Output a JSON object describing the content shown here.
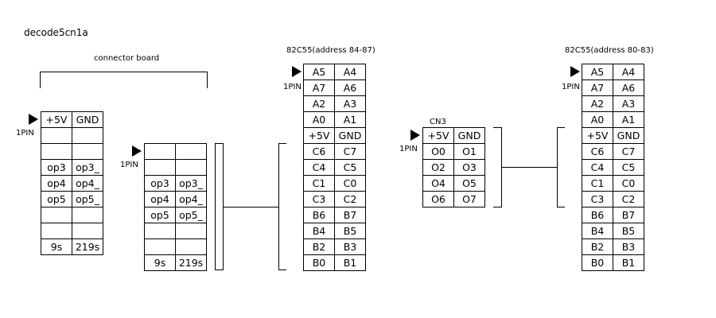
{
  "title": "decode5cn1a",
  "connector_board": {
    "label": "connector board",
    "pin1_label": "1PIN",
    "left_rows": [
      [
        "+5V",
        "GND"
      ],
      [
        "",
        ""
      ],
      [
        "",
        ""
      ],
      [
        "op3",
        "op3_"
      ],
      [
        "op4",
        "op4_"
      ],
      [
        "op5",
        "op5_"
      ],
      [
        "",
        ""
      ],
      [
        "",
        ""
      ],
      [
        "9s",
        "219s"
      ]
    ],
    "right_rows": [
      [
        "",
        ""
      ],
      [
        "",
        ""
      ],
      [
        "op3",
        "op3_"
      ],
      [
        "op4",
        "op4_"
      ],
      [
        "op5",
        "op5_"
      ],
      [
        "",
        ""
      ],
      [
        "",
        ""
      ],
      [
        "9s",
        "219s"
      ]
    ],
    "right_pin1_label": "1PIN"
  },
  "ppi_84": {
    "label": "82C55(address 84-87)",
    "pin1_label": "1PIN",
    "rows": [
      [
        "A5",
        "A4"
      ],
      [
        "A7",
        "A6"
      ],
      [
        "A2",
        "A3"
      ],
      [
        "A0",
        "A1"
      ],
      [
        "+5V",
        "GND"
      ],
      [
        "C6",
        "C7"
      ],
      [
        "C4",
        "C5"
      ],
      [
        "C1",
        "C0"
      ],
      [
        "C3",
        "C2"
      ],
      [
        "B6",
        "B7"
      ],
      [
        "B4",
        "B5"
      ],
      [
        "B2",
        "B3"
      ],
      [
        "B0",
        "B1"
      ]
    ]
  },
  "cn3": {
    "label": "CN3",
    "pin1_label": "1PIN",
    "rows": [
      [
        "+5V",
        "GND"
      ],
      [
        "O0",
        "O1"
      ],
      [
        "O2",
        "O3"
      ],
      [
        "O4",
        "O5"
      ],
      [
        "O6",
        "O7"
      ]
    ]
  },
  "ppi_80": {
    "label": "82C55(address 80-83)",
    "pin1_label": "1PIN",
    "rows": [
      [
        "A5",
        "A4"
      ],
      [
        "A7",
        "A6"
      ],
      [
        "A2",
        "A3"
      ],
      [
        "A0",
        "A1"
      ],
      [
        "+5V",
        "GND"
      ],
      [
        "C6",
        "C7"
      ],
      [
        "C4",
        "C5"
      ],
      [
        "C1",
        "C0"
      ],
      [
        "C3",
        "C2"
      ],
      [
        "B6",
        "B7"
      ],
      [
        "B4",
        "B5"
      ],
      [
        "B2",
        "B3"
      ],
      [
        "B0",
        "B1"
      ]
    ]
  }
}
